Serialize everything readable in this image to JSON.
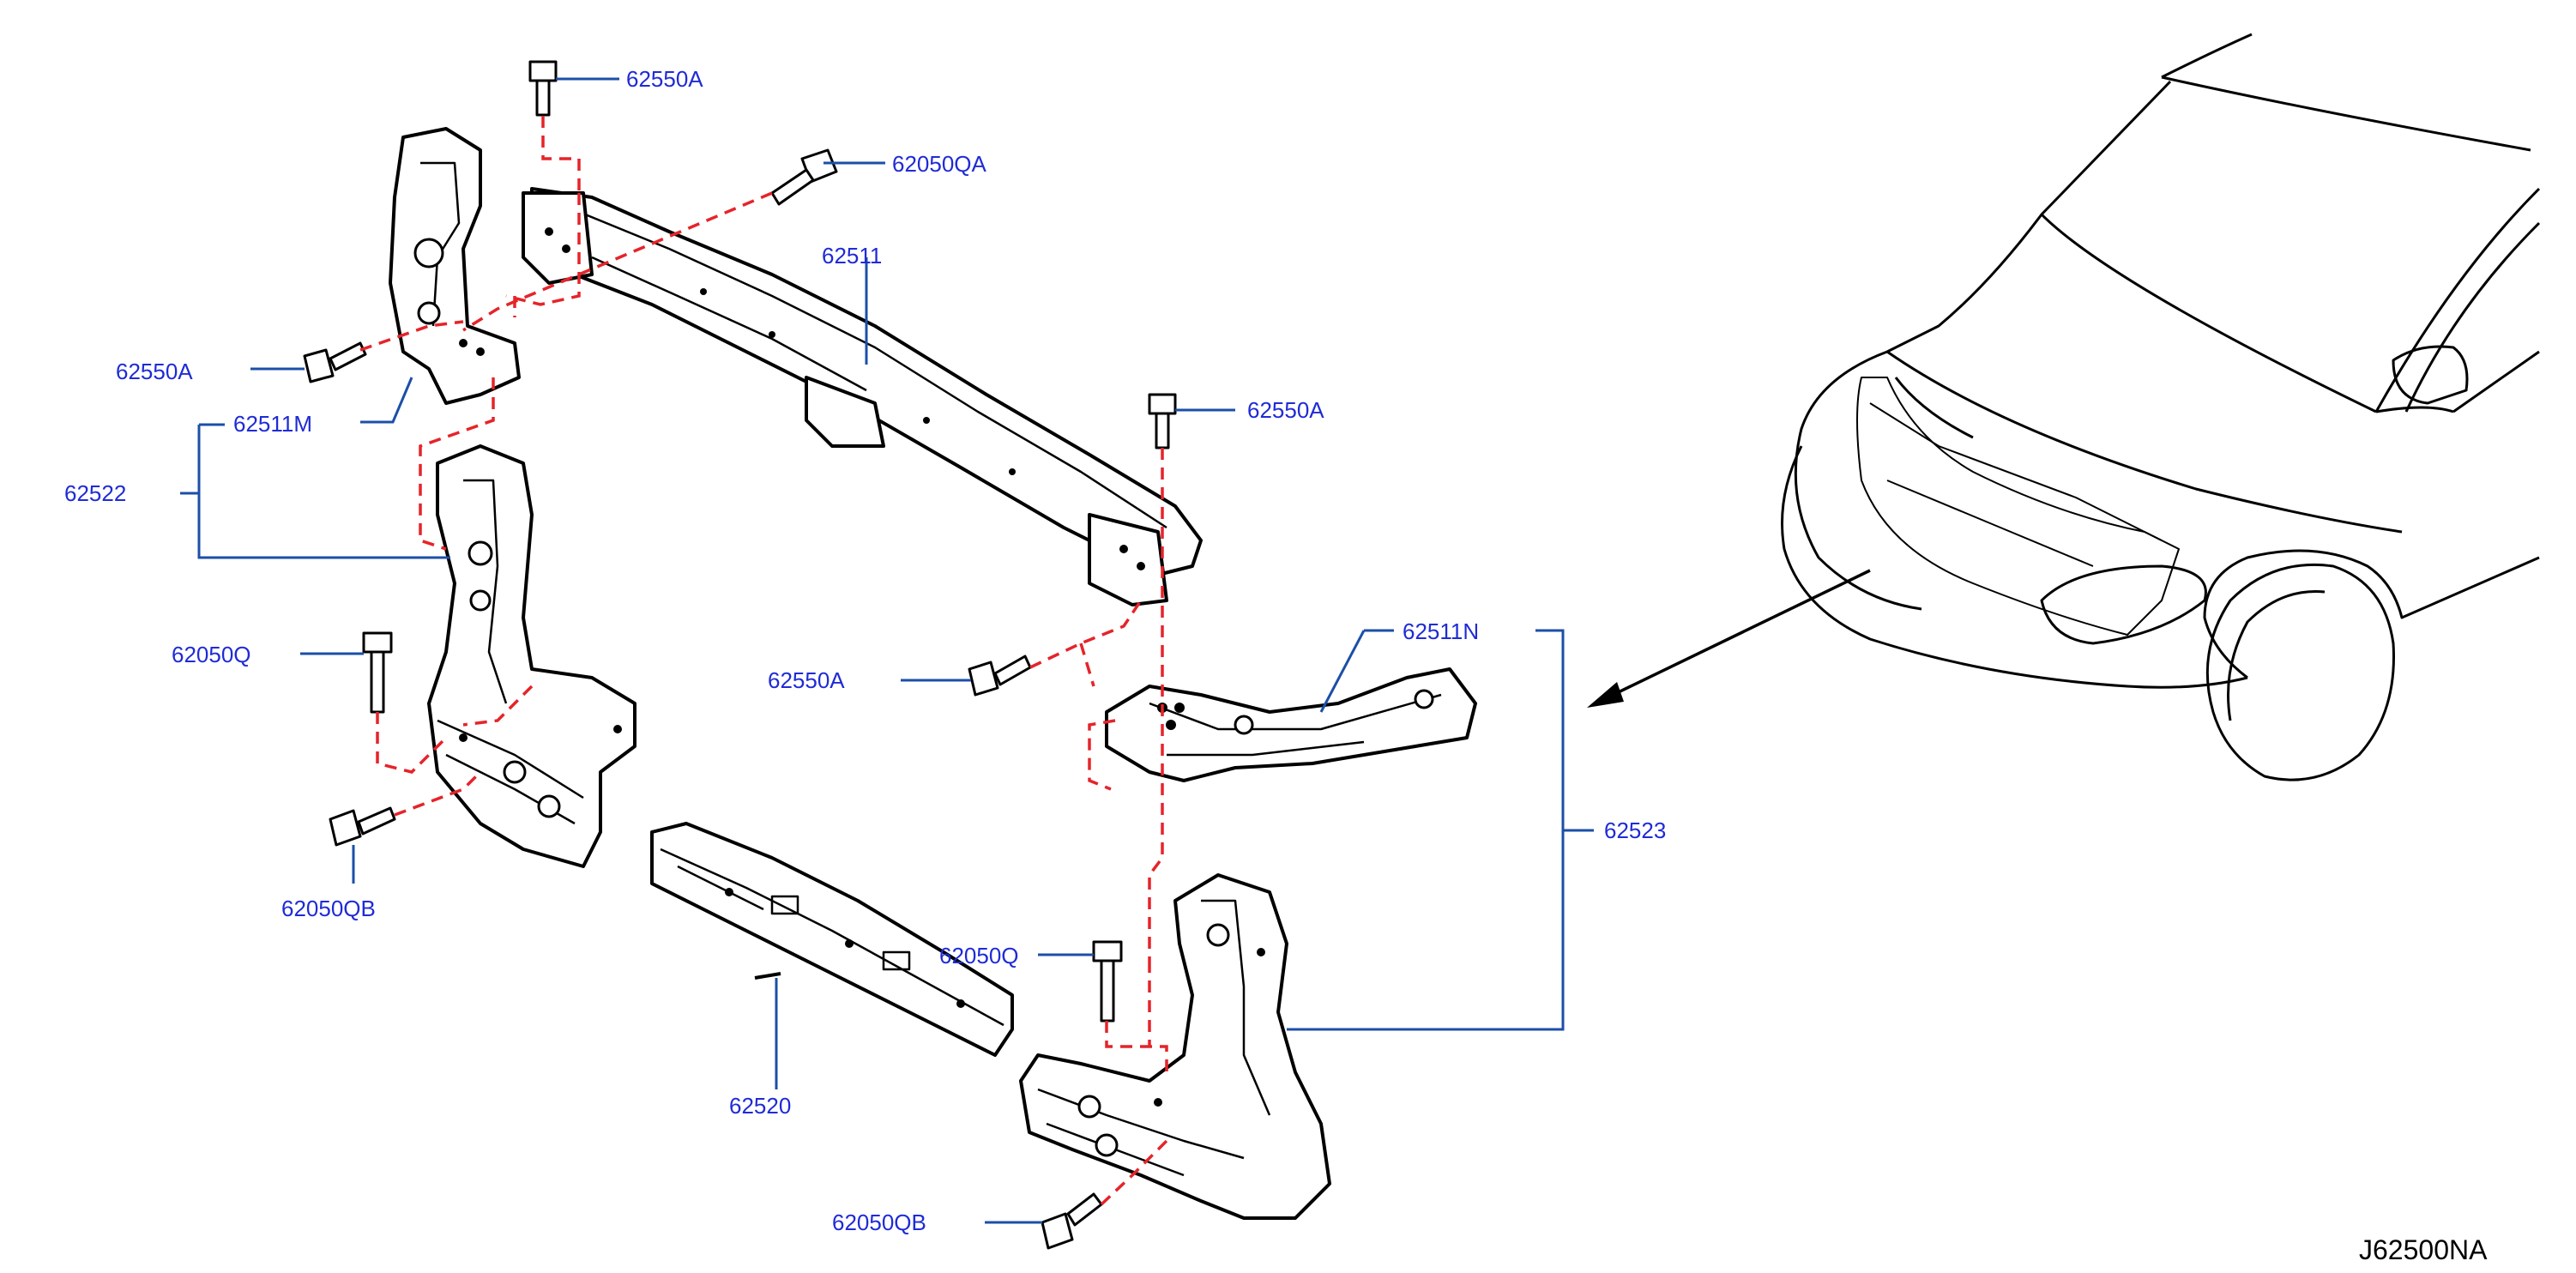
{
  "diagram_code": "J62500NA",
  "callouts": {
    "bolt_top": "62550A",
    "bolt_62050QA": "62050QA",
    "upper_support": "62511",
    "bolt_left_upper": "62550A",
    "left_bracket": "62511M",
    "left_assy": "62522",
    "bolt_right_upper": "62550A",
    "bolt_right_mid": "62550A",
    "right_bracket": "62511N",
    "right_assy": "62523",
    "bolt_left_q": "62050Q",
    "bolt_left_qb": "62050QB",
    "bolt_right_q": "62050Q",
    "bolt_right_qb": "62050QB",
    "lower_support": "62520"
  },
  "colors": {
    "label": "#1f2bd6",
    "leader": "#1b4fa8",
    "guide": "#e5242a",
    "outline": "#000000"
  }
}
